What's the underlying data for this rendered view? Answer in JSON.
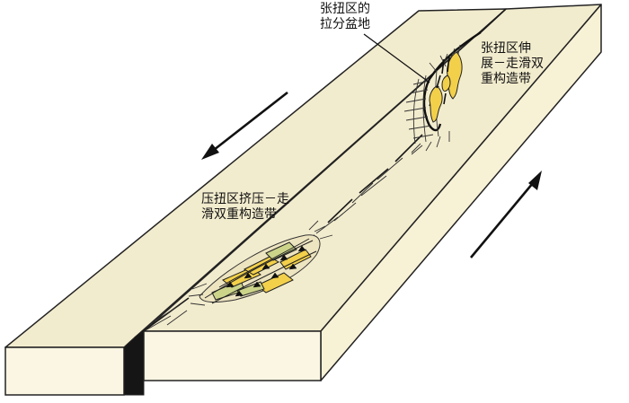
{
  "labels": {
    "pullapart": {
      "line1": "张扭区的",
      "line2": "拉分盆地"
    },
    "extensional": {
      "line1": "张扭区伸",
      "line2": "展－走滑双",
      "line3": "重构造带"
    },
    "compressional": {
      "line1": "压扭区挤压－走",
      "line2": "滑双重构造带"
    }
  },
  "colors": {
    "block_top": "#f2ecce",
    "block_side": "#f7f1d6",
    "block_front": "#fbf6e3",
    "fault_gap": "#151515",
    "lens_yellow": "#f3d04a",
    "lens_green": "#ccd48a",
    "outline": "#222222"
  }
}
